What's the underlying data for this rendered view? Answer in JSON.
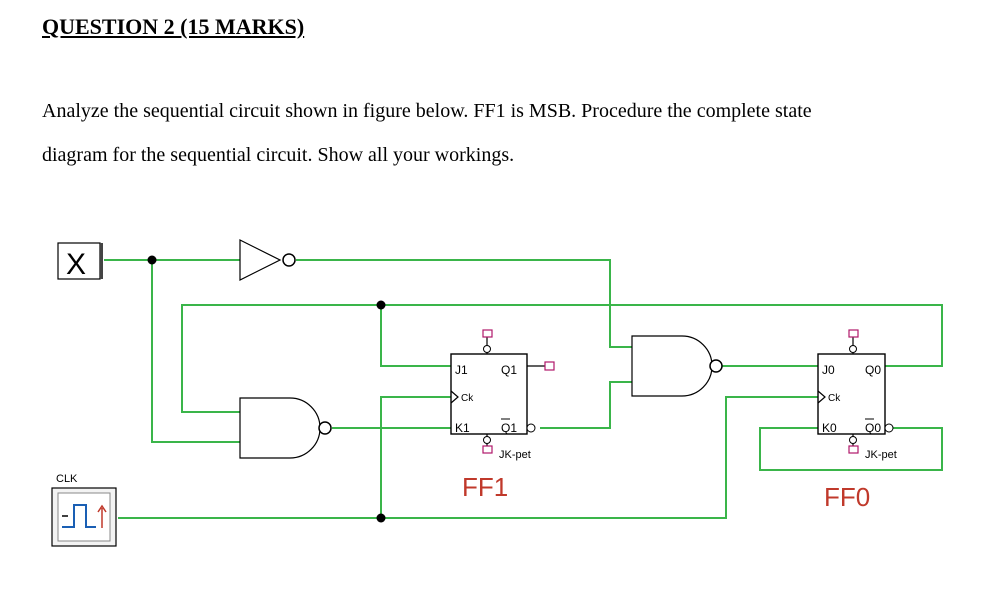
{
  "question": {
    "title": "QUESTION 2 (15 MARKS)",
    "line1": "Analyze the sequential circuit shown in figure below. FF1 is MSB. Procedure the complete state",
    "line2": "diagram for the sequential circuit. Show all your workings."
  },
  "circuit": {
    "input_label": "X",
    "clock_label": "CLK",
    "ff1": {
      "j": "J1",
      "ck": "Ck",
      "k": "K1",
      "q": "Q1",
      "qbar": "Q1",
      "type": "JK-pet",
      "name": "FF1"
    },
    "ff0": {
      "j": "J0",
      "ck": "Ck",
      "k": "K0",
      "q": "Q0",
      "qbar": "Q0",
      "type": "JK-pet",
      "name": "FF0"
    },
    "colors": {
      "wire": "#3ab54a",
      "label": "#c0392b",
      "pin": "#b0186a"
    }
  }
}
